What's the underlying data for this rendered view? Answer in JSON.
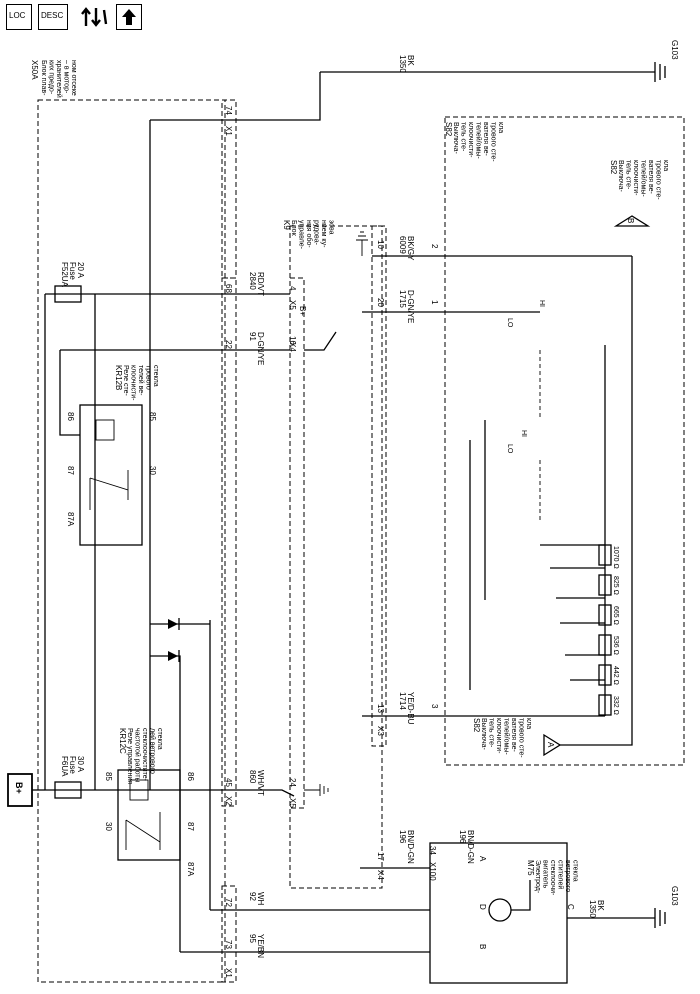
{
  "header_icons": [
    {
      "name": "loc-icon",
      "label": "LOC"
    },
    {
      "name": "desc-icon",
      "label": "DESC"
    },
    {
      "name": "tools-arrows-icon",
      "label": ""
    },
    {
      "name": "up-arrow-icon",
      "label": ""
    }
  ],
  "modules": {
    "x50a": {
      "id": "X50A",
      "desc": "Блок плав-\nких предо-\nхранителей\n– в мотор-\nном отсеке"
    },
    "k9": {
      "id": "K9",
      "desc": "Блок\nуправле-\nния обо-\nрудова-\nнием ку-\nзова"
    },
    "s82_top": {
      "id": "S82",
      "desc": "Выключа-\nтель сте-\nклоочисти-\nтелей/омы-\nвателя ве-\nтрового сте-\nкла"
    },
    "s82_mid": {
      "id": "S82",
      "desc": "Выключа-\nтель сте-\nклоочисти-\nтелей/омы-\nвателя ве-\nтрового сте-\nкла"
    },
    "s82_bot": {
      "id": "S82",
      "desc": "Выключа-\nтель сте-\nклоочисти-\nтелей/омы-\nвателя ве-\nтрового сте-\nкла"
    },
    "m75": {
      "id": "M75",
      "desc": "Электрод-\nвигатель\nстеклоочи-\nстителей\nветрового\nстекла"
    },
    "kr12b": {
      "id": "KR12B",
      "desc": "Реле сте-\nклоочисти-\nтелей ве-\nтрового\nстекла"
    },
    "kr12c": {
      "id": "KR12C",
      "desc": "Реле управления\nчастотой работы\nстеклоочистите-\nлей ветрового\nстекла"
    }
  },
  "fuses": {
    "f52ua": {
      "id": "F52UA",
      "type": "Fuse",
      "rating": "20 A"
    },
    "f6ua": {
      "id": "F6UA",
      "type": "Fuse",
      "rating": "30 A"
    }
  },
  "battery_label": "B+",
  "grounds": {
    "top": "G103",
    "bottom": "G103"
  },
  "wires": {
    "w1350_top": {
      "num": "1350",
      "color": "BK"
    },
    "w1350_bot": {
      "num": "1350",
      "color": "BK"
    },
    "w2840": {
      "num": "2840",
      "color": "RD/VT"
    },
    "w91": {
      "num": "91",
      "color": "D-GN/YE"
    },
    "w860": {
      "num": "860",
      "color": "WH/VT"
    },
    "w92": {
      "num": "92",
      "color": "WH"
    },
    "w95": {
      "num": "95",
      "color": "YE/BN"
    },
    "w196a": {
      "num": "196",
      "color": "BN/D-GN"
    },
    "w196b": {
      "num": "196",
      "color": "BN/D-GN"
    },
    "w6009": {
      "num": "6009",
      "color": "BK/GY"
    },
    "w1715": {
      "num": "1715",
      "color": "D-GN/YE"
    },
    "w1714": {
      "num": "1714",
      "color": "YE/D-BU"
    }
  },
  "connectors": {
    "x1": "X1",
    "x2": "X2",
    "x3": "X3",
    "x4": "X4",
    "x5": "X5",
    "x100": "X100"
  },
  "pins": {
    "p74": "74",
    "p68": "68",
    "p22": "22",
    "p45": "45",
    "p72": "72",
    "p73": "73",
    "p4": "4",
    "p16": "16",
    "p24": "24",
    "p17": "17",
    "p13": "13",
    "p20": "20",
    "p10": "10",
    "p1": "1",
    "p2": "2",
    "p3": "3",
    "p34": "34",
    "pA": "A",
    "pB": "B",
    "pC": "C",
    "pD": "D",
    "r85": "85",
    "r86": "86",
    "r87": "87",
    "r87a": "87A",
    "r30": "30",
    "c85": "85",
    "c86": "86",
    "c87": "87",
    "c87a": "87A",
    "c30": "30"
  },
  "labels": {
    "bplus_pin": "B+",
    "hi": "HI",
    "lo": "LO",
    "hi2": "HI",
    "lo2": "LO"
  },
  "resistors": [
    "332 Ω",
    "442 Ω",
    "536 Ω",
    "665 Ω",
    "825 Ω",
    "1070 Ω"
  ],
  "triangles": {
    "a": "A",
    "b": "B"
  }
}
